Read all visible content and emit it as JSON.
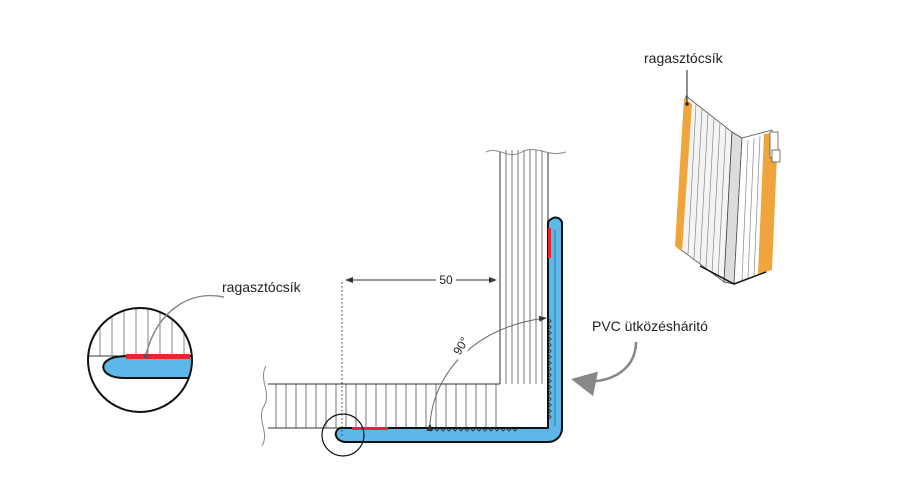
{
  "labels": {
    "adhesive_strip_top": "ragasztócsík",
    "adhesive_strip_detail": "ragasztócsík",
    "pvc_profile": "PVC ütközésháritó",
    "dimension": "50",
    "angle": "90°"
  },
  "colors": {
    "pvc": "#5bb8e8",
    "pvc_outline": "#111111",
    "adhesive": "#e8262b",
    "mesh_orange": "#f0a53c",
    "lines": "#333333",
    "arrow": "#888888"
  }
}
